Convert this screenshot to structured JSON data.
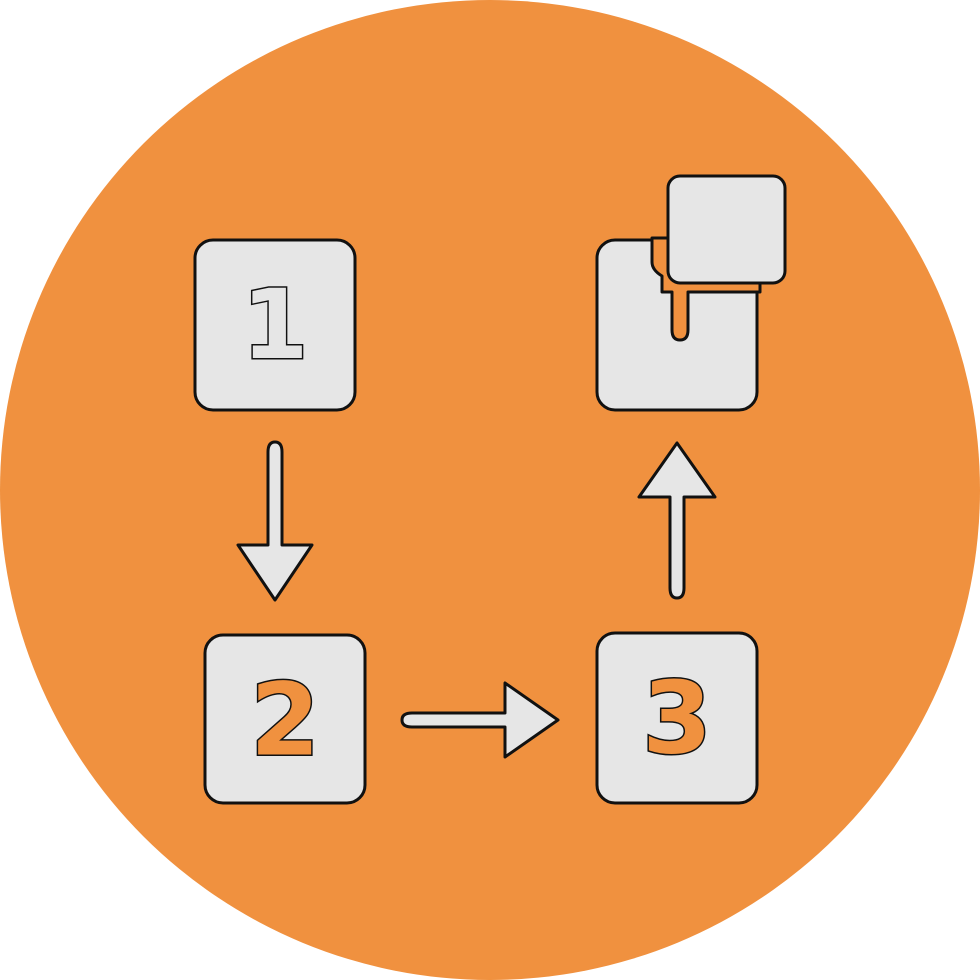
{
  "icon": {
    "name": "sequential-steps-icon",
    "colors": {
      "background_circle": "#F0913F",
      "box_fill": "#E6E6E6",
      "outline": "#111111",
      "digit_fill": "#F0913F"
    },
    "steps": [
      {
        "label": "1"
      },
      {
        "label": "2"
      },
      {
        "label": "3"
      }
    ]
  }
}
